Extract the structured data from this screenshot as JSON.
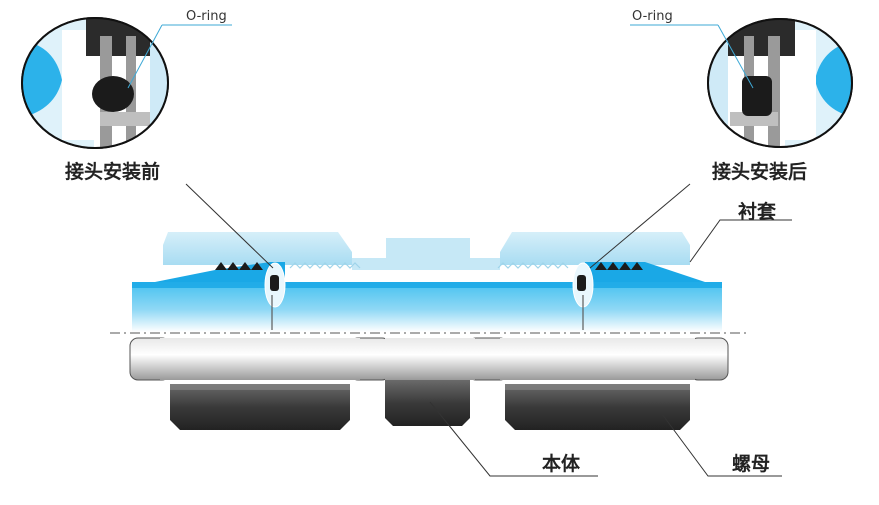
{
  "labels": {
    "oring_left": "O-ring",
    "oring_right": "O-ring",
    "before_install": "接头安装前",
    "after_install": "接头安装后",
    "sleeve": "衬套",
    "body": "本体",
    "nut": "螺母"
  },
  "colors": {
    "light_blue": "#bfe6f5",
    "mid_blue": "#8fd3ef",
    "tube_blue": "#2fb6ec",
    "deep_blue": "#1aa8e6",
    "oring_black": "#1b1b1b",
    "metal_dark": "#3a3a3a",
    "leader_line": "#333333"
  }
}
